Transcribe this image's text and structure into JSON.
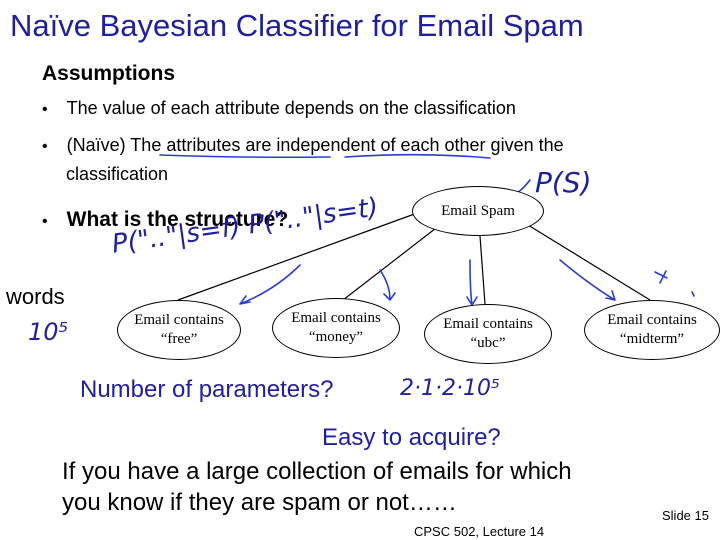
{
  "title": "Naïve Bayesian Classifier for  Email Spam",
  "assumptions": {
    "heading": "Assumptions",
    "bullets": [
      "The value of each attribute depends on the classification",
      "(Naïve) The attributes are independent of each other given the",
      "classification"
    ],
    "naive_word": "(Naïve)",
    "question": "What is the structure?"
  },
  "diagram": {
    "root": "Email Spam",
    "children": [
      {
        "line1": "Email contains",
        "line2": "“free”"
      },
      {
        "line1": "Email contains",
        "line2": "“money”"
      },
      {
        "line1": "Email contains",
        "line2": "“ubc”"
      },
      {
        "line1": "Email contains",
        "line2": "“midterm”"
      }
    ],
    "side_label": "words"
  },
  "handwriting": {
    "p_s": "P(S)",
    "p_cond": "P(\"..\"|s=f) P(\"..\"|s=t)",
    "ten_five": "10⁵",
    "param_calc": "2·1·2·10⁵"
  },
  "parameters_question": "Number of parameters?",
  "easy": "Easy to acquire?",
  "collection_lines": [
    "If you have a large collection of emails for which",
    "you know if they are spam or not……"
  ],
  "footer": {
    "slide": "Slide 15",
    "course": "CPSC 502, Lecture 14"
  },
  "colors": {
    "title": "#1f1f9f",
    "ink": "#2a3fd0",
    "text": "#000000"
  }
}
